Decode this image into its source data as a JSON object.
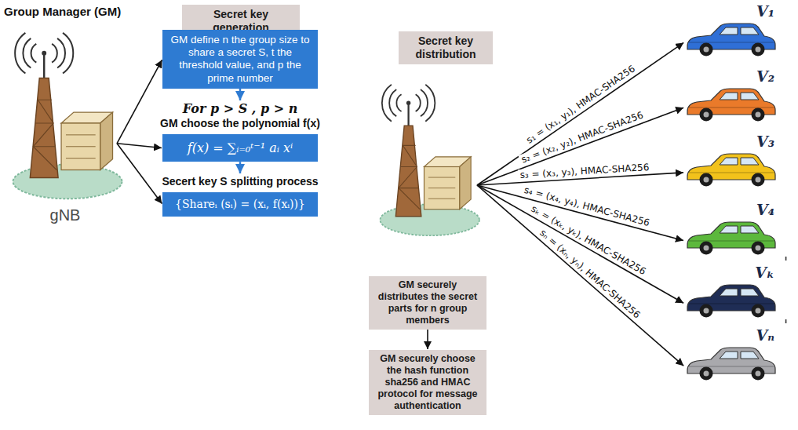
{
  "diagram": {
    "nodes": [
      {
        "text": [
          "gNB"
        ]
      },
      {
        "text": [
          "Secret key generation"
        ]
      },
      {
        "text": [
          "GM define n the group size to share a secret S, t the threshold value, and p the prime number"
        ]
      },
      {
        "text": [
          "For p > S , p > n",
          "GM choose the polynomial f(x)",
          "f(x) = ∑ᵢ₌₀ᵗ⁻¹ aᵢ xⁱ"
        ]
      },
      {
        "text": [
          "Secert key S splitting process",
          "{Shareᵢ (sᵢ) = (xᵢ, f(xᵢ))}"
        ]
      },
      {
        "text": [
          "Secret key distribution"
        ]
      },
      {
        "text": []
      },
      {
        "text": [
          "GM securely distributes the secret parts for n group members"
        ]
      },
      {
        "text": [
          "GM securely choose the hash function sha256 and HMAC protocol for message authentication"
        ]
      },
      {
        "text": [
          "V₁"
        ]
      },
      {
        "text": [
          "V₂"
        ]
      },
      {
        "text": [
          "V₃"
        ]
      },
      {
        "text": [
          "V₄"
        ]
      },
      {
        "text": [
          "Vₖ"
        ]
      },
      {
        "text": [
          "Vₙ"
        ]
      }
    ],
    "edges": [
      {
        "from": 0,
        "to": 2,
        "arrow": "to"
      },
      {
        "from": 0,
        "to": 3,
        "arrow": "to"
      },
      {
        "from": 0,
        "to": 4,
        "arrow": "to"
      },
      {
        "from": 2,
        "to": 3,
        "arrow": "to"
      },
      {
        "from": 3,
        "to": 4,
        "arrow": "to"
      },
      {
        "from": 6,
        "to": 9,
        "label": "s₁ = (x₁, y₁), HMAC-SHA256",
        "arrow": "to"
      },
      {
        "from": 6,
        "to": 10,
        "label": "s₂ = (x₂, y₂), HMAC-SHA256",
        "arrow": "to"
      },
      {
        "from": 6,
        "to": 11,
        "label": "s₃ = (x₃, y₃), HMAC-SHA256",
        "arrow": "to"
      },
      {
        "from": 6,
        "to": 12,
        "label": "s₄ = (x₄, y₄), HMAC-SHA256",
        "arrow": "to"
      },
      {
        "from": 6,
        "to": 13,
        "label": "sₖ = (xₖ, yₖ), HMAC-SHA256",
        "arrow": "to"
      },
      {
        "from": 6,
        "to": 14,
        "label": "sₙ = (xₙ, yₙ), HMAC-SHA256",
        "arrow": "to"
      },
      {
        "from": 12,
        "to": 13,
        "arrow": "none"
      },
      {
        "from": 13,
        "to": 14,
        "arrow": "none"
      },
      {
        "from": 7,
        "to": 8,
        "arrow": "to"
      }
    ],
    "labels": [
      "Group Manager (GM)"
    ]
  }
}
